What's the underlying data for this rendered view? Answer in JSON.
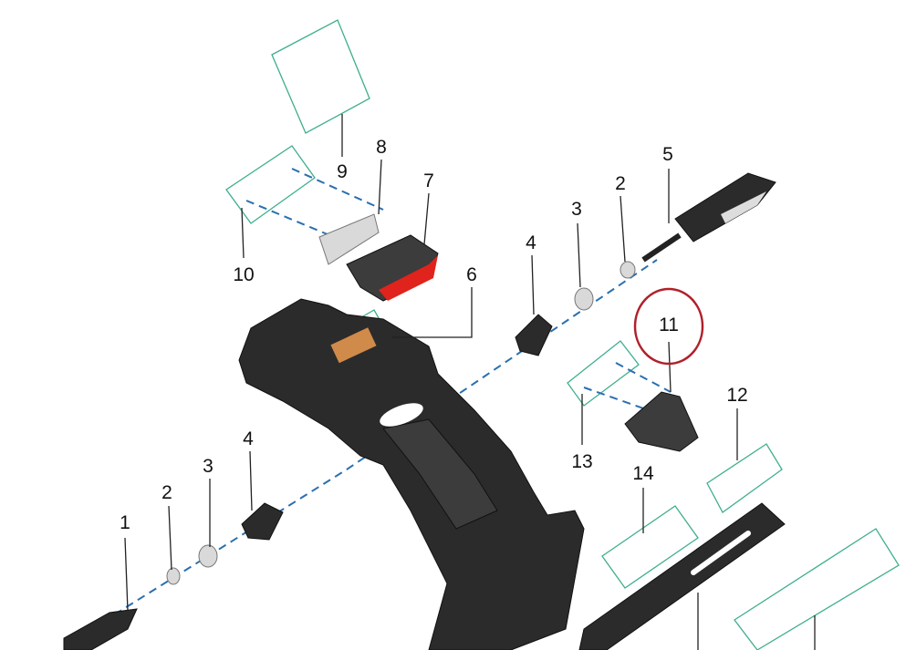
{
  "diagram": {
    "title": "Exploded parts diagram - rear fender / license plate bracket",
    "callouts": [
      "1",
      "2",
      "3",
      "4",
      "2",
      "3",
      "4",
      "5",
      "6",
      "7",
      "8",
      "9",
      "10",
      "11",
      "12",
      "13",
      "14"
    ],
    "highlighted_callout": "11",
    "colors": {
      "highlight_circle": "#b0212a",
      "leader_dash": "#2a6fb0",
      "group_box": "#3fae8e",
      "tail_light": "#e0231c",
      "pad": "#d08a4a"
    }
  }
}
